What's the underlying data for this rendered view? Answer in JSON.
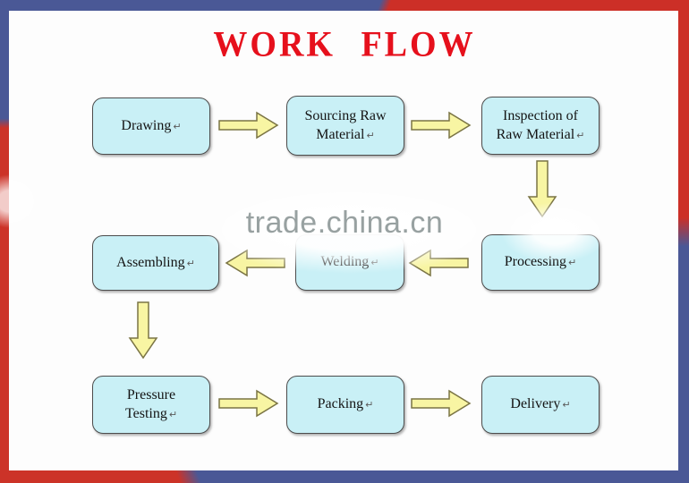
{
  "title": {
    "text": "WORK FLOW",
    "color": "#e6101c"
  },
  "watermark": {
    "text": "trade.china.cn",
    "color": "#98a1a1"
  },
  "marks": {
    "return_mark": "↵"
  },
  "colors": {
    "frame_blue": "#4a5896",
    "frame_red": "#cc3328",
    "node_fill": "#c9f0f6",
    "node_border": "#4c4c4c",
    "arrow_fill": "#f8f5a3",
    "arrow_stroke": "#7a7444"
  },
  "flow": {
    "nodes": [
      {
        "id": "drawing",
        "lines": [
          "Drawing"
        ]
      },
      {
        "id": "sourcing-raw-material",
        "lines": [
          "Sourcing Raw",
          "Material"
        ]
      },
      {
        "id": "inspection-of-raw-material",
        "lines": [
          "Inspection of",
          "Raw Material"
        ]
      },
      {
        "id": "processing",
        "lines": [
          "Processing"
        ]
      },
      {
        "id": "welding",
        "lines": [
          "Welding"
        ]
      },
      {
        "id": "assembling",
        "lines": [
          "Assembling"
        ]
      },
      {
        "id": "pressure-testing",
        "lines": [
          "Pressure",
          "Testing"
        ]
      },
      {
        "id": "packing",
        "lines": [
          "Packing"
        ]
      },
      {
        "id": "delivery",
        "lines": [
          "Delivery"
        ]
      }
    ],
    "edges": [
      {
        "from": "drawing",
        "to": "sourcing-raw-material",
        "direction": "right"
      },
      {
        "from": "sourcing-raw-material",
        "to": "inspection-of-raw-material",
        "direction": "right"
      },
      {
        "from": "inspection-of-raw-material",
        "to": "processing",
        "direction": "down"
      },
      {
        "from": "processing",
        "to": "welding",
        "direction": "left"
      },
      {
        "from": "welding",
        "to": "assembling",
        "direction": "left"
      },
      {
        "from": "assembling",
        "to": "pressure-testing",
        "direction": "down"
      },
      {
        "from": "pressure-testing",
        "to": "packing",
        "direction": "right"
      },
      {
        "from": "packing",
        "to": "delivery",
        "direction": "right"
      }
    ]
  }
}
